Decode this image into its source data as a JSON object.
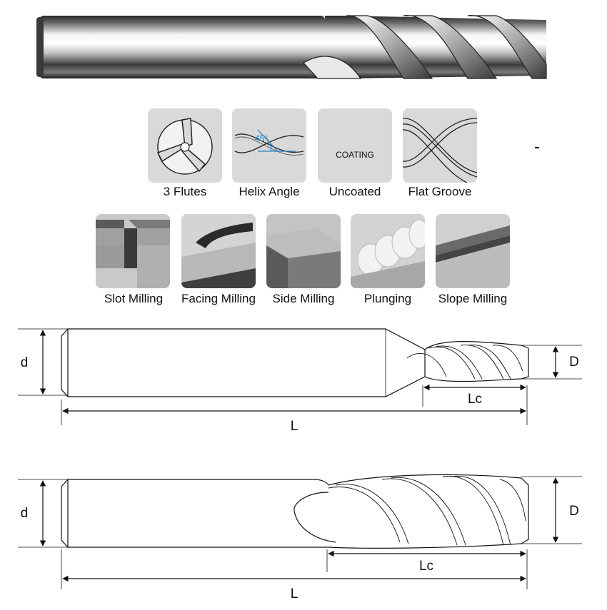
{
  "feature_icons": [
    {
      "name": "3-flutes",
      "label": "3 Flutes",
      "icon": "three-flute-cross-section-icon"
    },
    {
      "name": "helix-angle",
      "label": "Helix Angle",
      "icon": "helix-angle-icon",
      "angle_text": "45°"
    },
    {
      "name": "uncoated",
      "label": "Uncoated",
      "icon": "coating-icon",
      "icon_text": "COATING"
    },
    {
      "name": "flat-groove",
      "label": "Flat Groove",
      "icon": "flat-groove-icon"
    }
  ],
  "application_icons": [
    {
      "name": "slot-milling",
      "label": "Slot Milling",
      "icon": "slot-milling-icon"
    },
    {
      "name": "facing-milling",
      "label": "Facing Milling",
      "icon": "facing-milling-icon"
    },
    {
      "name": "side-milling",
      "label": "Side Milling",
      "icon": "side-milling-icon"
    },
    {
      "name": "plunging",
      "label": "Plunging",
      "icon": "plunging-icon"
    },
    {
      "name": "slope-milling",
      "label": "Slope Milling",
      "icon": "slope-milling-icon"
    }
  ],
  "drawing_1": {
    "shank_dia": "d",
    "cut_dia": "D",
    "cut_length": "Lc",
    "overall_length": "L"
  },
  "drawing_2": {
    "shank_dia": "d",
    "cut_dia": "D",
    "cut_length": "Lc",
    "overall_length": "L"
  },
  "colors": {
    "tile_bg": "#d9d9d9",
    "accent_blue": "#2a7fc0",
    "line": "#111111"
  }
}
